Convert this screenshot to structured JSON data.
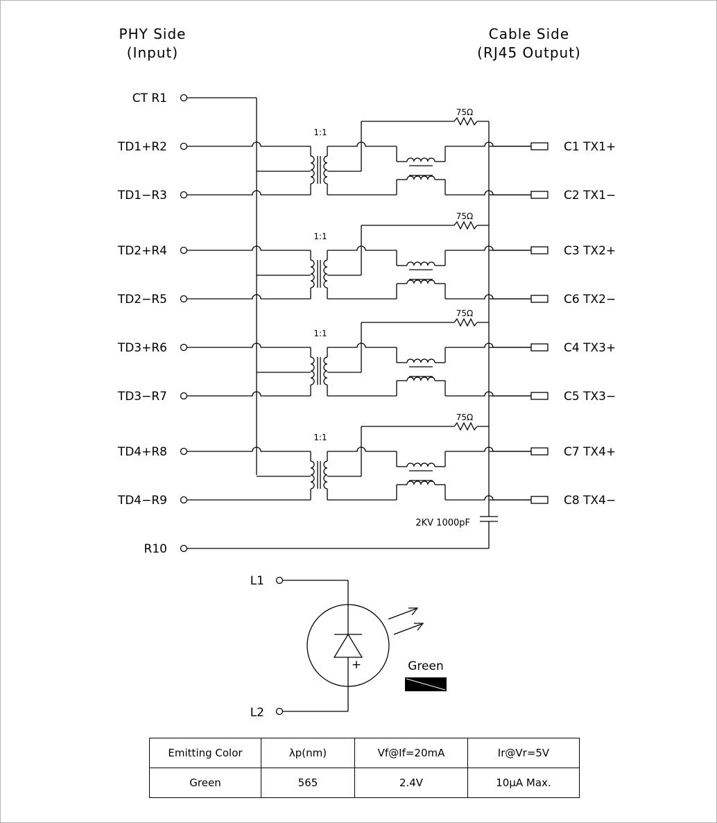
{
  "headers": {
    "left_line1": "PHY Side",
    "left_line2": "(Input)",
    "right_line1": "Cable Side",
    "right_line2": "(RJ45 Output)"
  },
  "left_pins": [
    "CT R1",
    "TD1+R2",
    "TD1−R3",
    "TD2+R4",
    "TD2−R5",
    "TD3+R6",
    "TD3−R7",
    "TD4+R8",
    "TD4−R9",
    "R10"
  ],
  "right_pins": [
    "C1  TX1+",
    "C2  TX1−",
    "C3  TX2+",
    "C6  TX2−",
    "C4  TX3+",
    "C5  TX3−",
    "C7  TX4+",
    "C8  TX4−"
  ],
  "ratio_label": "1:1",
  "resistor_label": "75Ω",
  "capacitor_label": "2KV 1000pF",
  "led": {
    "pin_top": "L1",
    "pin_bottom": "L2",
    "plus": "+",
    "color_label": "Green"
  },
  "table": {
    "headers": [
      "Emitting Color",
      "λp(nm)",
      "Vf@If=20mA",
      "Ir@Vr=5V"
    ],
    "row": [
      "Green",
      "565",
      "2.4V",
      "10μA  Max."
    ]
  }
}
